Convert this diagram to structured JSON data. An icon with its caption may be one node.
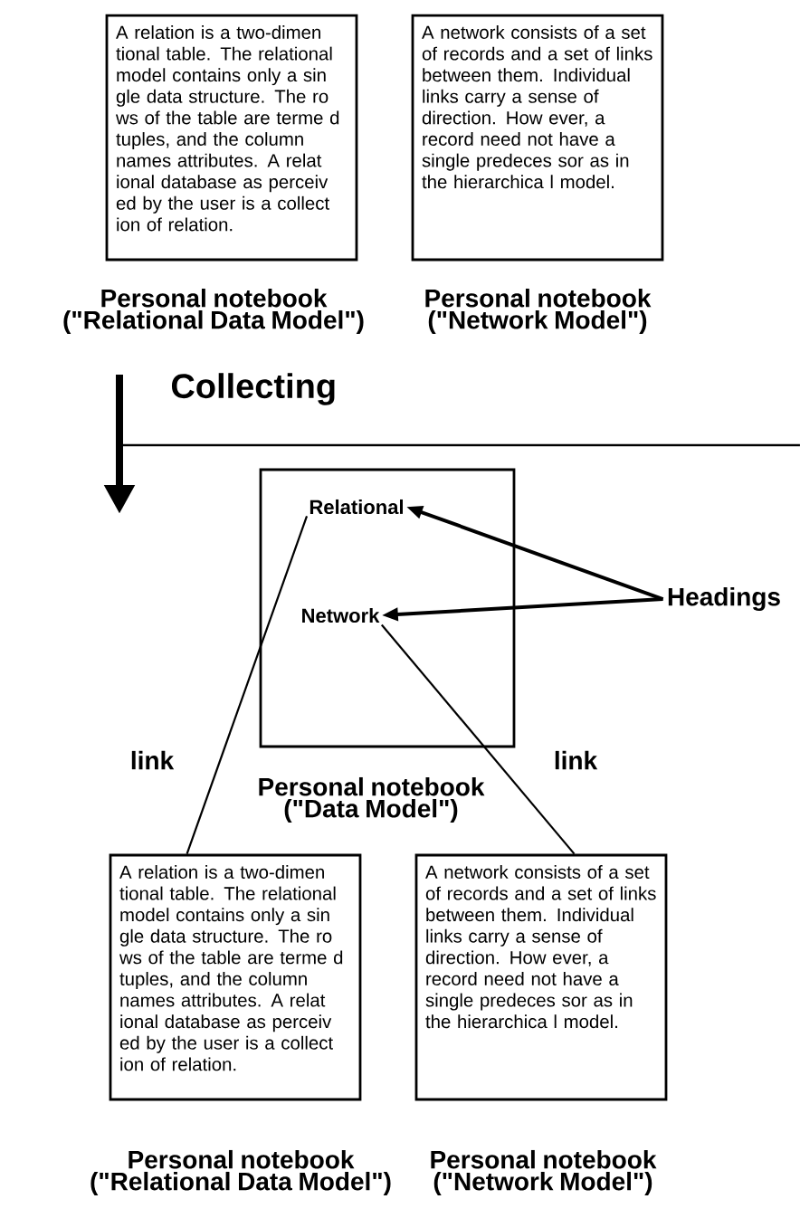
{
  "diagram": {
    "nodes": [
      {
        "text": [
          "A relation is a two-dimen tional table. The relational model contains only a sin gle data structure. The ro ws of the table are terme d tuples, and the column names attributes. A relat ional database as perceiv ed by the user is a collect ion of relation."
        ],
        "beside": [
          "Personal notebook (\"Relational Data Model\")"
        ]
      },
      {
        "text": [
          "A network consists of a set of records and a set of links between them. Individual links carry a sense of direction. How ever, a record need not have a single predeces sor as in the hierarchica l model."
        ],
        "beside": [
          "Personal notebook (\"Network Model\")"
        ]
      },
      {
        "text": [],
        "beside": [
          "Personal notebook (\"Data Model\")"
        ],
        "shape": "box"
      },
      {
        "text": [
          "Relational"
        ],
        "in": 2
      },
      {
        "text": [
          "Network"
        ],
        "in": 2
      },
      {
        "text": [
          "Headings"
        ]
      },
      {
        "text": [
          "A relation is a two-dimen tional table. The relational model contains only a sin gle data structure. The ro ws of the table are terme d tuples, and the column names attributes. A relat ional database as perceiv ed by the user is a collect ion of relation."
        ],
        "beside": [
          "Personal notebook (\"Relational Data Model\")"
        ]
      },
      {
        "text": [
          "A network consists of a set of records and a set of links between them. Individual links carry a sense of direction. How ever, a record need not have a single predeces sor as in the hierarchica l model."
        ],
        "beside": [
          "Personal notebook (\"Network Model\")"
        ]
      }
    ],
    "edges": [
      {
        "from": 5,
        "to": 3,
        "arrow": "to"
      },
      {
        "from": 5,
        "to": 4,
        "arrow": "to"
      },
      {
        "from": 3,
        "to": 6,
        "arrow": "none",
        "label": "link"
      },
      {
        "from": 4,
        "to": 7,
        "arrow": "none",
        "label": "link"
      }
    ],
    "labels": [
      "Collecting"
    ]
  }
}
